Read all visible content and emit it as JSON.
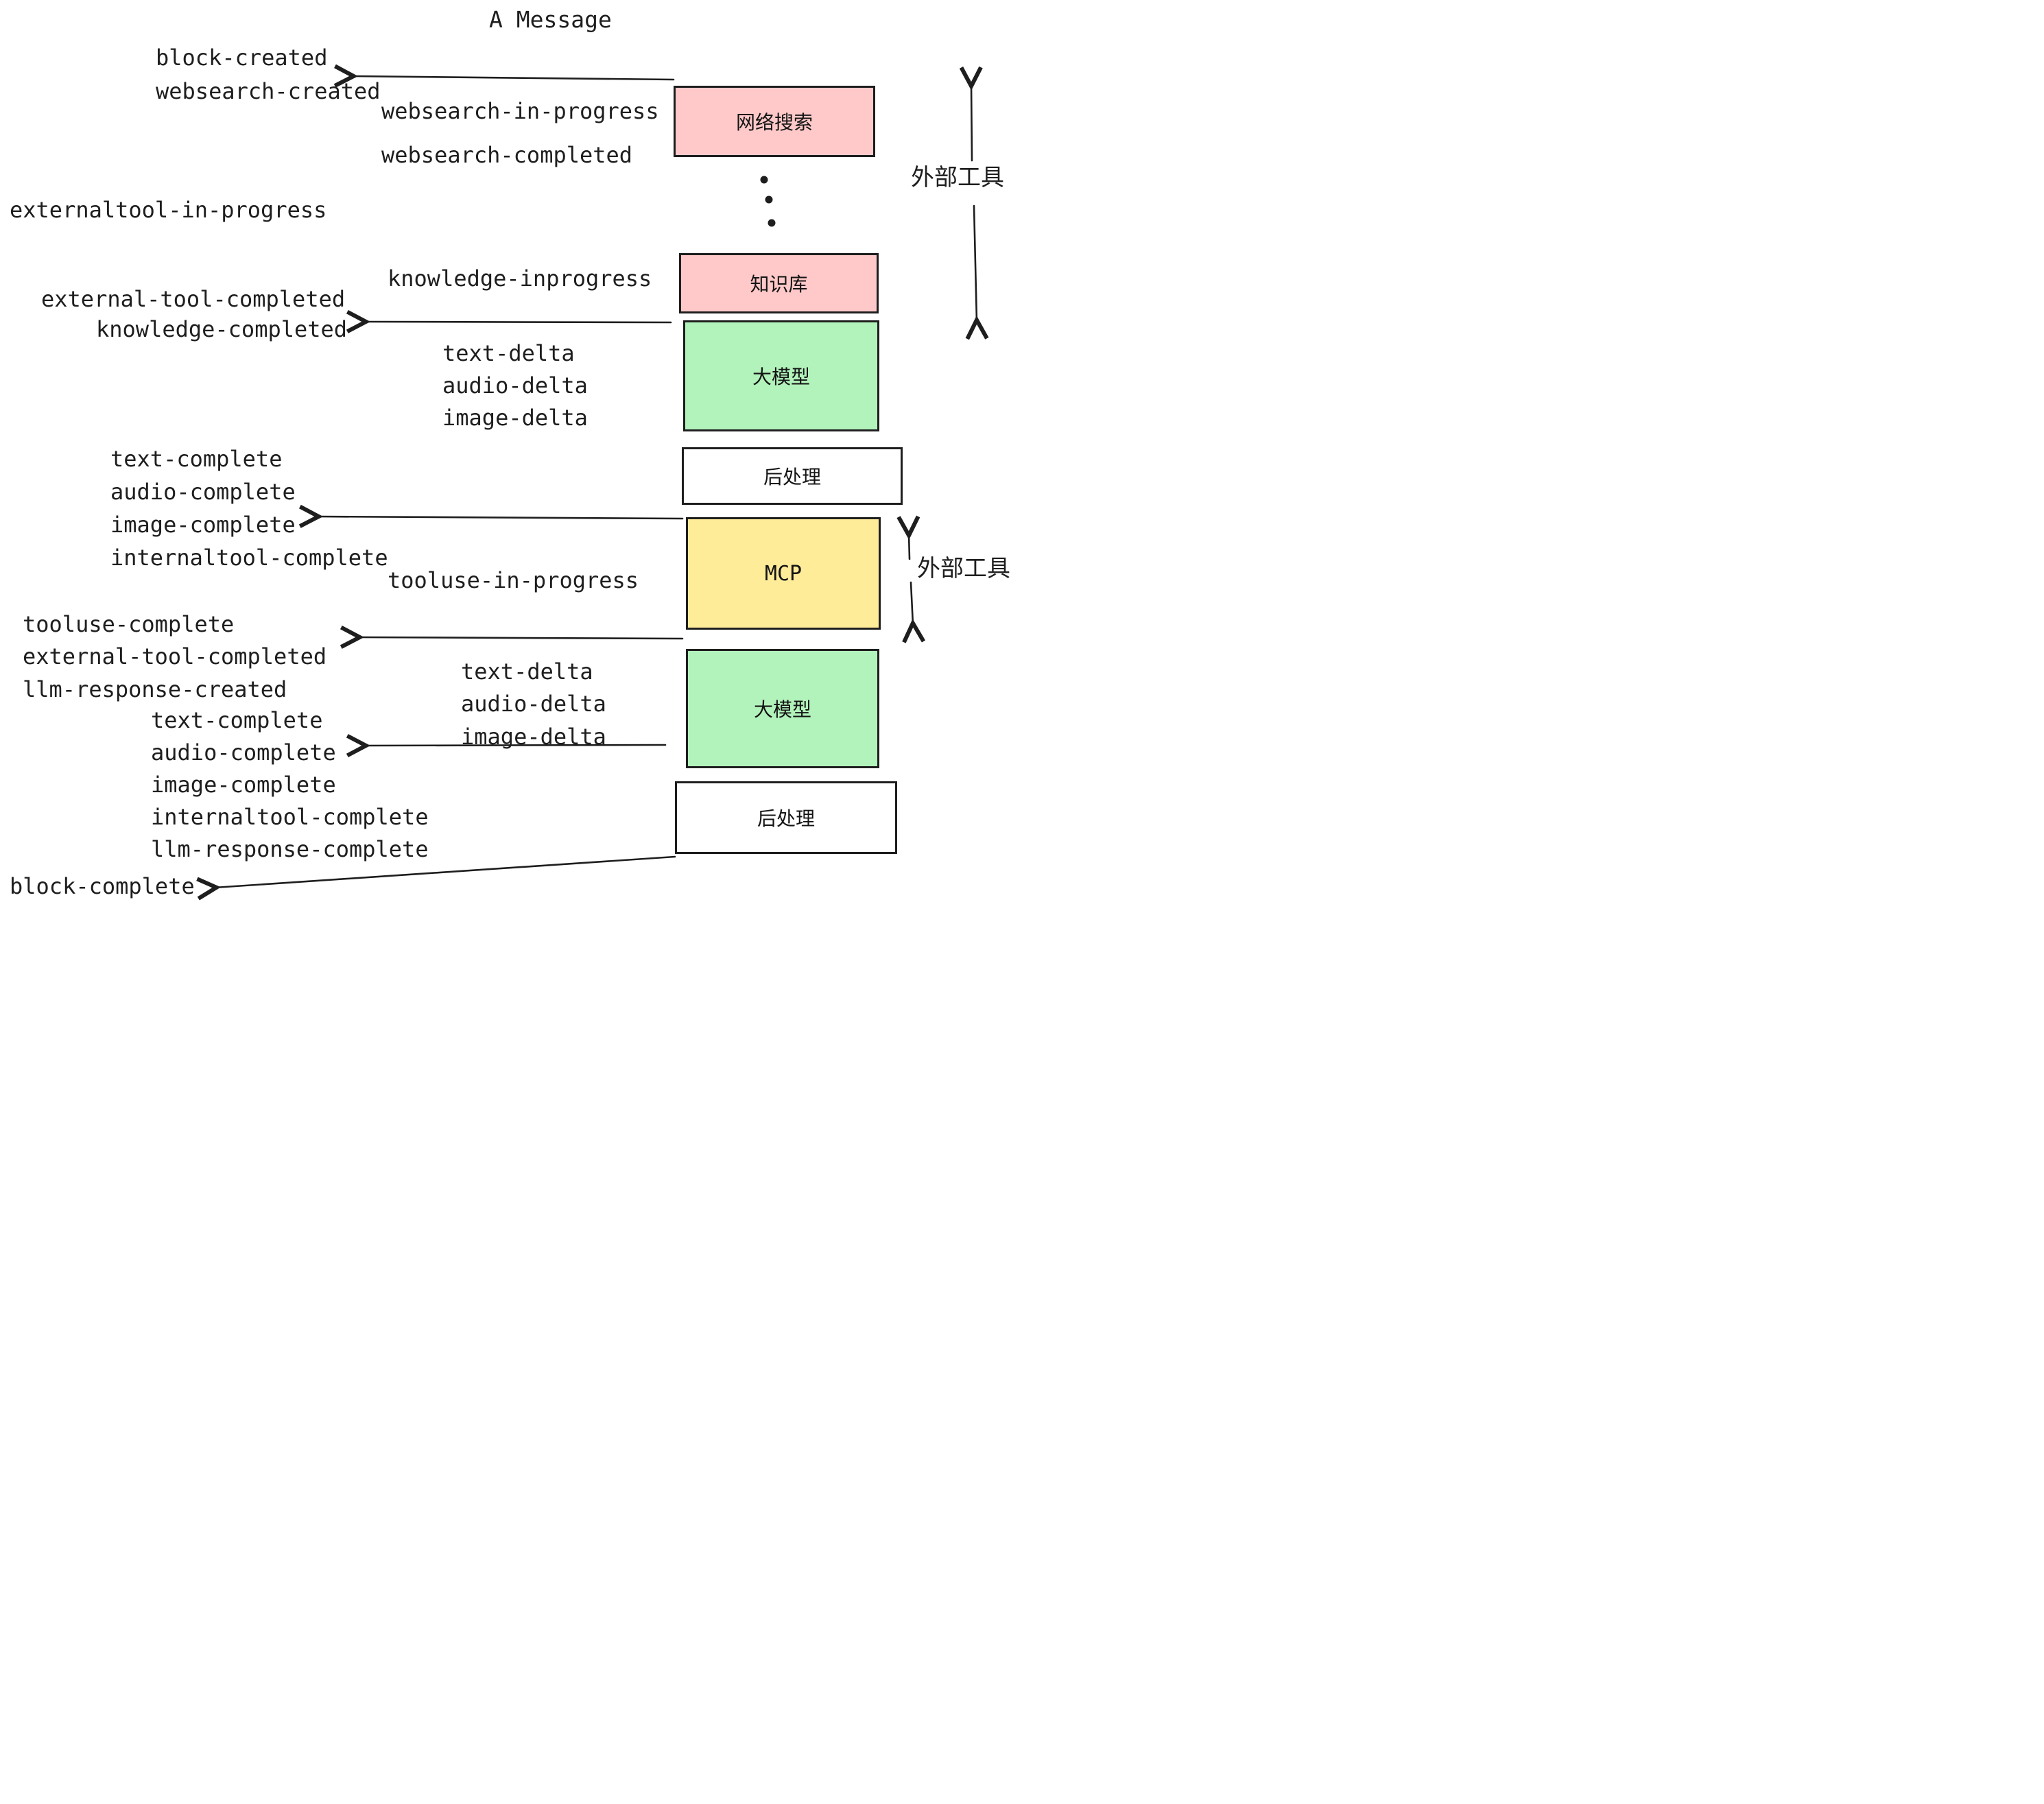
{
  "title": "A Message",
  "colors": {
    "ink": "#1e1e1e",
    "box_pink": "#ffc9c9",
    "box_green": "#b2f2bb",
    "box_yellow": "#ffec99",
    "box_white": "#ffffff",
    "background": "#ffffff"
  },
  "boxes": {
    "websearch": {
      "label": "网络搜索"
    },
    "knowledge": {
      "label": "知识库"
    },
    "llm1": {
      "label": "大模型"
    },
    "post1": {
      "label": "后处理"
    },
    "mcp": {
      "label": "MCP"
    },
    "llm2": {
      "label": "大模型"
    },
    "post2": {
      "label": "后处理"
    }
  },
  "side_labels": {
    "external_tools_top": "外部工具",
    "external_tools_bottom": "外部工具"
  },
  "events": {
    "block_created": "block-created",
    "websearch_created": "websearch-created",
    "websearch_in_progress": "websearch-in-progress",
    "websearch_completed": "websearch-completed",
    "externaltool_in_progress": "externaltool-in-progress",
    "knowledge_inprogress": "knowledge-inprogress",
    "external_tool_completed_1": "external-tool-completed",
    "knowledge_completed": "knowledge-completed",
    "delta_group_1": [
      "text-delta",
      "audio-delta",
      "image-delta"
    ],
    "complete_group_1": [
      "text-complete",
      "audio-complete",
      "image-complete",
      "internaltool-complete"
    ],
    "tooluse_in_progress": "tooluse-in-progress",
    "tooluse_complete": "tooluse-complete",
    "external_tool_completed_2": "external-tool-completed",
    "llm_response_created": "llm-response-created",
    "delta_group_2": [
      "text-delta",
      "audio-delta",
      "image-delta"
    ],
    "complete_group_2": [
      "text-complete",
      "audio-complete",
      "image-complete",
      "internaltool-complete",
      "llm-response-complete"
    ],
    "block_complete": "block-complete"
  }
}
